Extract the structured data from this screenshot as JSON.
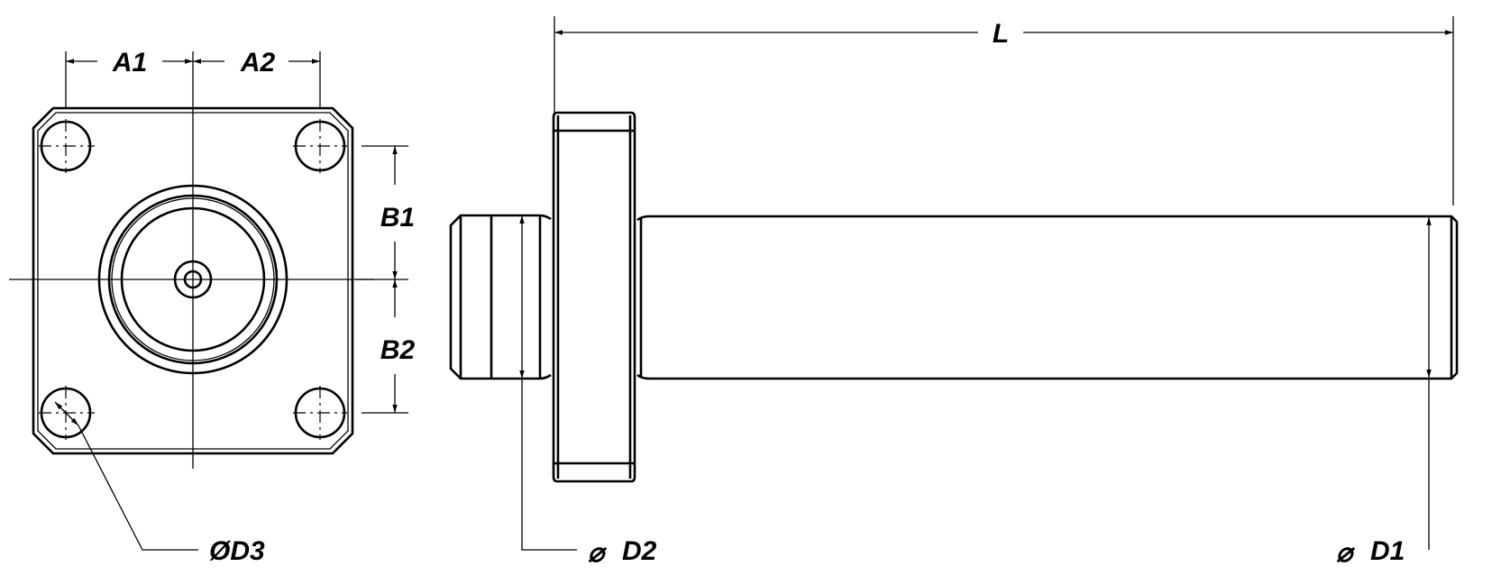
{
  "labels": {
    "a1": "A1",
    "a2": "A2",
    "b1": "B1",
    "b2": "B2",
    "d3": "ØD3",
    "d2": "D2",
    "d1": "D1",
    "l": "L",
    "diameter_symbol": "⌀"
  }
}
